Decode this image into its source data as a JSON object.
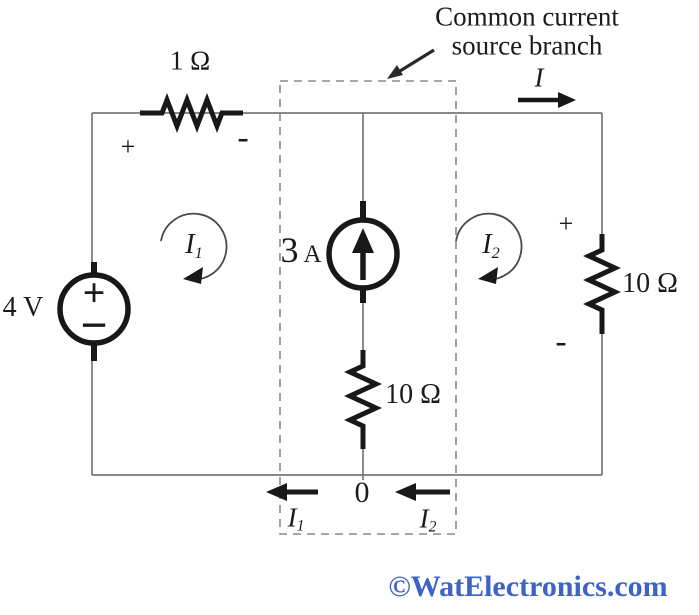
{
  "annotation": {
    "line1": "Common current",
    "line2": "source branch"
  },
  "labels": {
    "r_top": "1 Ω",
    "r_top_plus": "+",
    "r_top_minus": "-",
    "v_source": "4 V",
    "v_plus": "+",
    "v_minus": "−",
    "c_source_value": "3",
    "c_source_unit": "A",
    "r_mid": "10 Ω",
    "r_right": "10 Ω",
    "r_right_plus": "+",
    "r_right_minus": "-",
    "node_zero": "0",
    "branch_current": "I",
    "mesh1": {
      "base": "I",
      "sub": "1"
    },
    "mesh2": {
      "base": "I",
      "sub": "2"
    },
    "bottom_left": {
      "base": "I",
      "sub": "1"
    },
    "bottom_right": {
      "base": "I",
      "sub": "2"
    }
  },
  "watermark": {
    "text": "©WatElectronics.com",
    "color": "#3d63c7"
  },
  "colors": {
    "wire": "#787878",
    "component": "#181818",
    "dashed_box": "#8a8a8a",
    "text": "#1b1b1b"
  }
}
